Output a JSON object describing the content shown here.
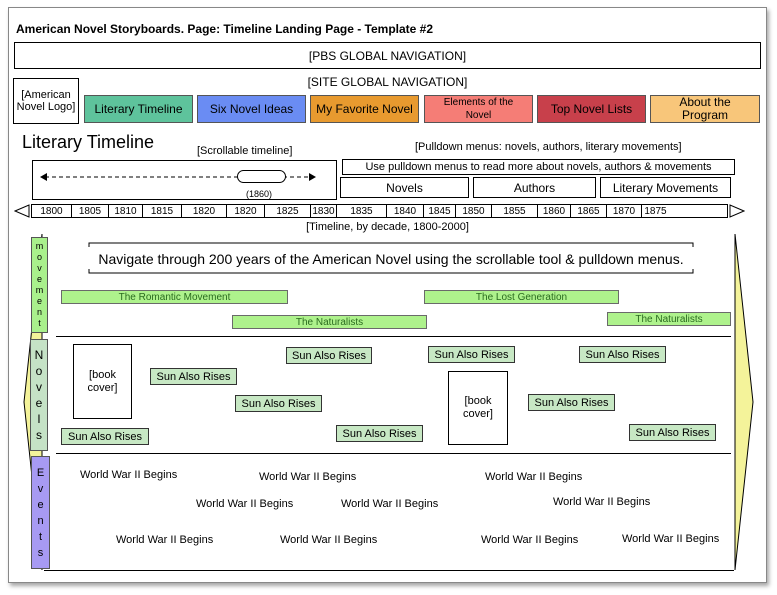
{
  "page_title": "American Novel Storyboards. Page: Timeline Landing Page - Template #2",
  "pbs_nav": "[PBS GLOBAL NAVIGATION]",
  "site_nav": "[SITE GLOBAL NAVIGATION]",
  "logo": "[American Novel Logo]",
  "nav_tabs": [
    {
      "label": "Literary Timeline",
      "color": "#5ec39c"
    },
    {
      "label": "Six Novel Ideas",
      "color": "#6a8cf3"
    },
    {
      "label": "My Favorite Novel",
      "color": "#e89a2f"
    },
    {
      "label": "Elements of the Novel",
      "color": "#f57d76"
    },
    {
      "label": "Top Novel Lists",
      "color": "#c8404b"
    },
    {
      "label": "About the Program",
      "color": "#f8c67a"
    }
  ],
  "section_title": "Literary Timeline",
  "scroll_label": "[Scrollable timeline]",
  "scroll_year": "(1860)",
  "pulldown_label": "[Pulldown menus: novels, authors, literary movements]",
  "pulldown_hint": "Use pulldown menus to read more about novels, authors & movements",
  "pulldowns": [
    "Novels",
    "Authors",
    "Literary Movements"
  ],
  "ruler_years": [
    "1800",
    "1805",
    "1810",
    "1815",
    "1820",
    "1820",
    "1825",
    "1830",
    "1835",
    "1840",
    "1845",
    "1850",
    "1855",
    "1860",
    "1865",
    "1870",
    "1875"
  ],
  "ruler_caption": "[Timeline, by decade, 1800-2000]",
  "banner": "Navigate through 200 years of the American Novel using the scrollable tool & pulldown menus.",
  "rows": {
    "movement": {
      "letters": [
        "m",
        "o",
        "v",
        "e",
        "m",
        "e",
        "n",
        "t"
      ],
      "color": "#a9f08c"
    },
    "novels": {
      "letters": [
        "N",
        "o",
        "v",
        "e",
        "l",
        "s"
      ],
      "color": "#c5e2c6"
    },
    "events": {
      "letters": [
        "E",
        "v",
        "e",
        "n",
        "t",
        "s"
      ],
      "color": "#a79af3"
    }
  },
  "movements": [
    "The Romantic Movement",
    "The Lost Generation",
    "The Naturalists",
    "The Naturalists"
  ],
  "book_cover": "[book cover]",
  "novel_title": "Sun Also Rises",
  "event_title": "World War II Begins",
  "colors": {
    "side_arrow": "#f4f39a"
  }
}
